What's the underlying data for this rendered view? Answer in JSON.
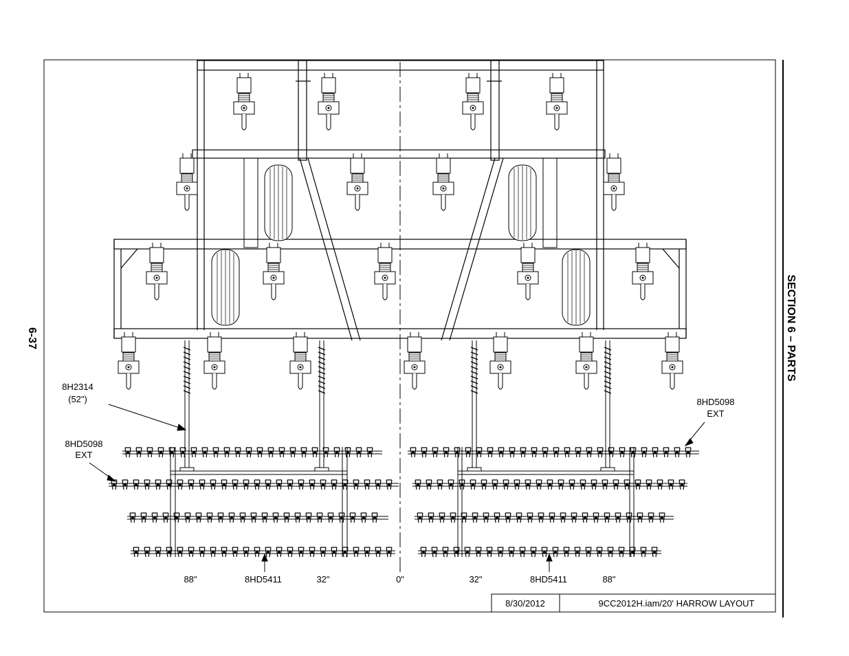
{
  "page": {
    "section_title": "SECTION 6 – PARTS",
    "page_number": "6-37"
  },
  "title_block": {
    "date": "8/30/2012",
    "file": "9CC2012H.iam/20' HARROW LAYOUT"
  },
  "callouts": {
    "arm_part": "8H2314",
    "arm_size": "(52\")",
    "ext_left_part": "8HD5098",
    "ext_left_sub": "EXT",
    "ext_right_part": "8HD5098",
    "ext_right_sub": "EXT",
    "bar_left": "8HD5411",
    "bar_right": "8HD5411"
  },
  "dimensions": {
    "left_outer": "88\"",
    "left_inner": "32\"",
    "center": "0\"",
    "right_inner": "32\"",
    "right_outer": "88\""
  }
}
